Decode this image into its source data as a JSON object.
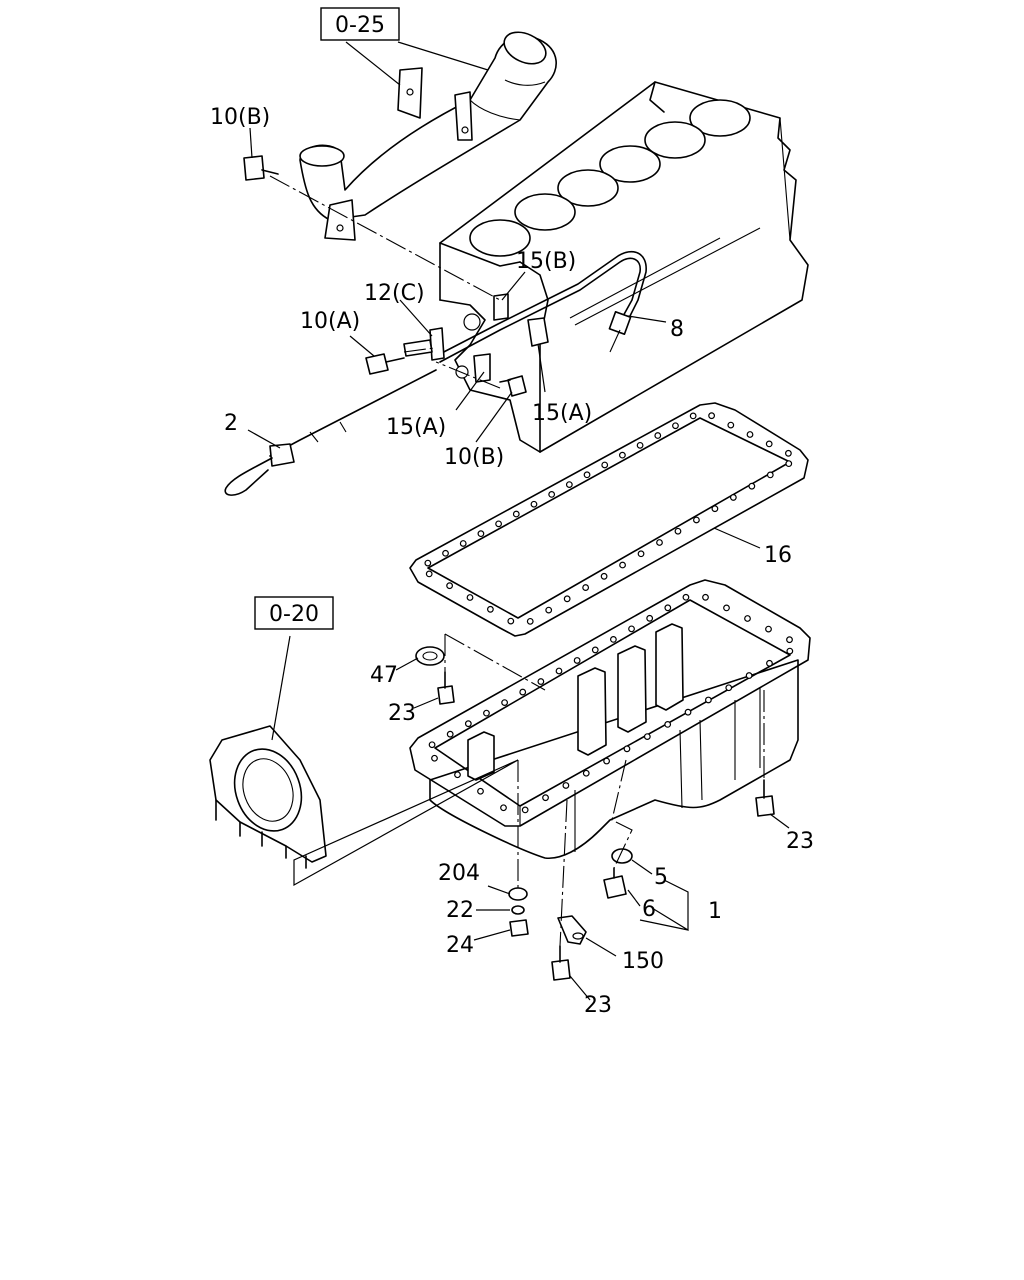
{
  "callouts": {
    "ref_0_25": "0-25",
    "ref_0_20": "0-20",
    "l_10b_top": "10(B)",
    "l_15b": "15(B)",
    "l_12c": "12(C)",
    "l_10a": "10(A)",
    "l_8": "8",
    "l_2": "2",
    "l_15a_left": "15(A)",
    "l_15a_right": "15(A)",
    "l_10b_bottom": "10(B)",
    "l_16": "16",
    "l_47": "47",
    "l_23_left": "23",
    "l_23_right": "23",
    "l_204": "204",
    "l_5": "5",
    "l_22": "22",
    "l_6": "6",
    "l_1": "1",
    "l_24": "24",
    "l_150": "150",
    "l_23_bottom": "23"
  }
}
